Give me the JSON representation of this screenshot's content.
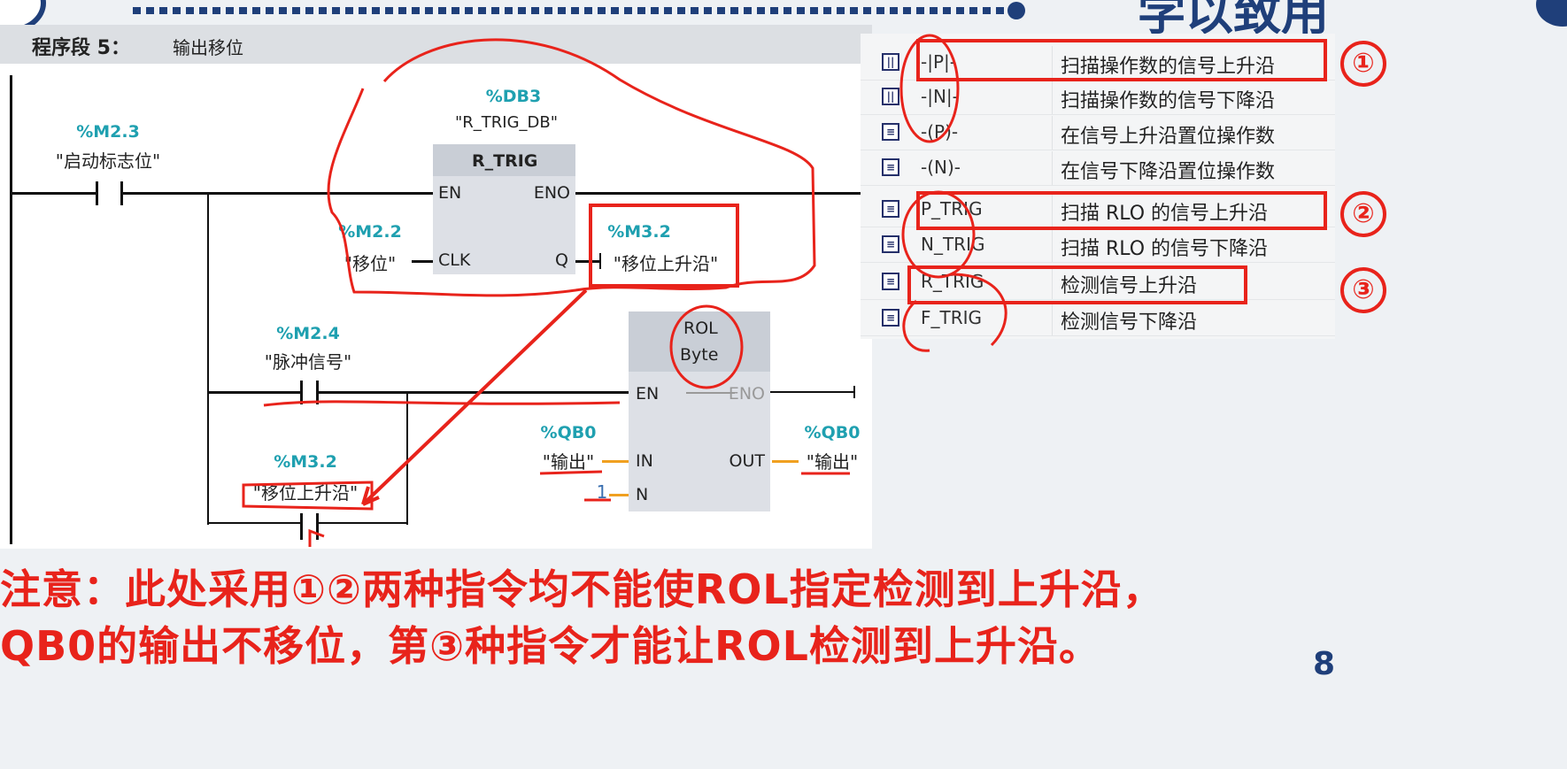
{
  "slide": {
    "title": "学以致用",
    "page_number": "8"
  },
  "segment": {
    "label": "程序段 5：",
    "name": "输出移位"
  },
  "rung1": {
    "contact": {
      "address": "%M2.3",
      "symbol": "\"启动标志位\""
    },
    "block": {
      "db_address": "%DB3",
      "db_name": "\"R_TRIG_DB\"",
      "type": "R_TRIG",
      "pin_en": "EN",
      "pin_eno": "ENO",
      "pin_clk": "CLK",
      "pin_q": "Q"
    },
    "clk_input": {
      "address": "%M2.2",
      "symbol": "\"移位\""
    },
    "q_output": {
      "address": "%M3.2",
      "symbol": "\"移位上升沿\""
    }
  },
  "rung2": {
    "contact": {
      "address": "%M2.4",
      "symbol": "\"脉冲信号\""
    },
    "branch_contact": {
      "address": "%M3.2",
      "symbol": "\"移位上升沿\""
    },
    "block": {
      "type": "ROL",
      "datatype": "Byte",
      "pin_en": "EN",
      "pin_eno": "ENO",
      "pin_in": "IN",
      "pin_n": "N",
      "pin_out": "OUT"
    },
    "in_operand": {
      "address": "%QB0",
      "symbol": "\"输出\""
    },
    "n_operand": "1",
    "out_operand": {
      "address": "%QB0",
      "symbol": "\"输出\""
    }
  },
  "instruction_list": [
    {
      "icon": "contact-icon",
      "symbol": "-|P|-",
      "desc": "扫描操作数的信号上升沿",
      "mark": "①"
    },
    {
      "icon": "contact-icon",
      "symbol": "-|N|-",
      "desc": "扫描操作数的信号下降沿"
    },
    {
      "icon": "box-icon",
      "symbol": "-(P)-",
      "desc": "在信号上升沿置位操作数"
    },
    {
      "icon": "box-icon",
      "symbol": "-(N)-",
      "desc": "在信号下降沿置位操作数"
    },
    {
      "icon": "box-icon",
      "symbol": "P_TRIG",
      "desc": "扫描 RLO 的信号上升沿",
      "mark": "②"
    },
    {
      "icon": "box-icon",
      "symbol": "N_TRIG",
      "desc": "扫描 RLO 的信号下降沿"
    },
    {
      "icon": "box-icon",
      "symbol": "R_TRIG",
      "desc": "检测信号上升沿",
      "mark": "③"
    },
    {
      "icon": "box-icon",
      "symbol": "F_TRIG",
      "desc": "检测信号下降沿"
    }
  ],
  "marks": [
    "①",
    "②",
    "③"
  ],
  "note": {
    "line1": "注意：此处采用①②两种指令均不能使ROL指定检测到上升沿，",
    "line2": "QB0的输出不移位，第③种指令才能让ROL检测到上升沿。"
  },
  "colors": {
    "accent": "#1f3f7a",
    "annotation": "#e8231b",
    "address": "#1fa0b0",
    "wire_orange": "#f0a020"
  }
}
